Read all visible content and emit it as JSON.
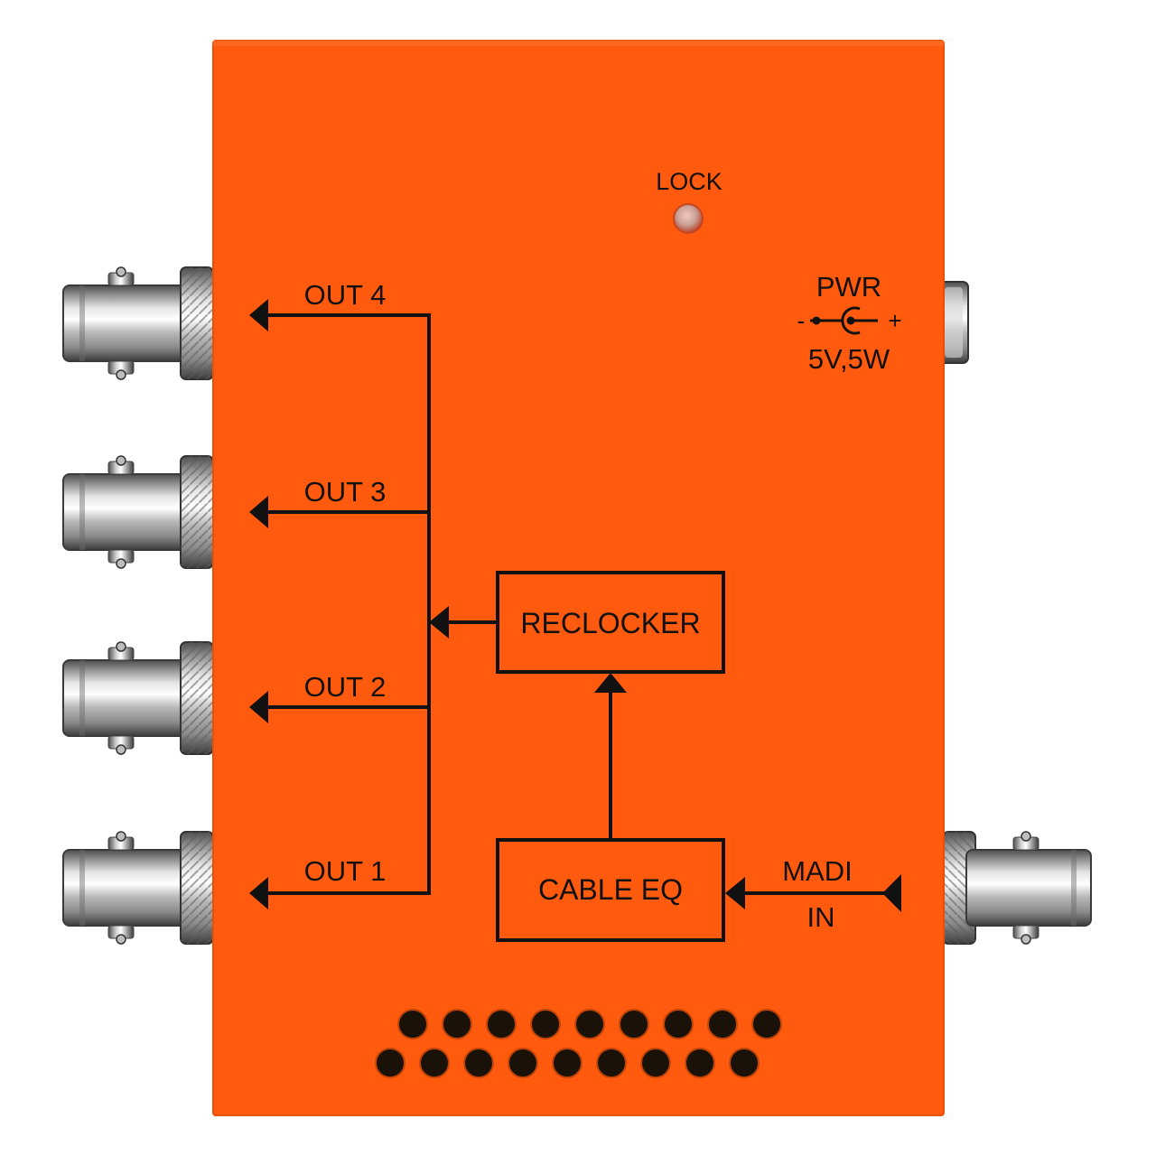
{
  "device": {
    "body_color": "#ff5a0e",
    "text_color": "#111111",
    "led_state": "off"
  },
  "labels": {
    "lock": "LOCK",
    "pwr": "PWR",
    "pwr_minus": "-",
    "pwr_plus": "+",
    "pwr_spec": "5V,5W",
    "out4": "OUT 4",
    "out3": "OUT 3",
    "out2": "OUT 2",
    "out1": "OUT 1",
    "reclocker": "RECLOCKER",
    "cable_eq": "CABLE EQ",
    "madi": "MADI",
    "in": "IN"
  },
  "icons": {
    "bnc": "bnc-connector-icon",
    "dc_jack": "dc-jack-icon",
    "led": "led-indicator-icon",
    "vent": "vent-hole-icon"
  }
}
